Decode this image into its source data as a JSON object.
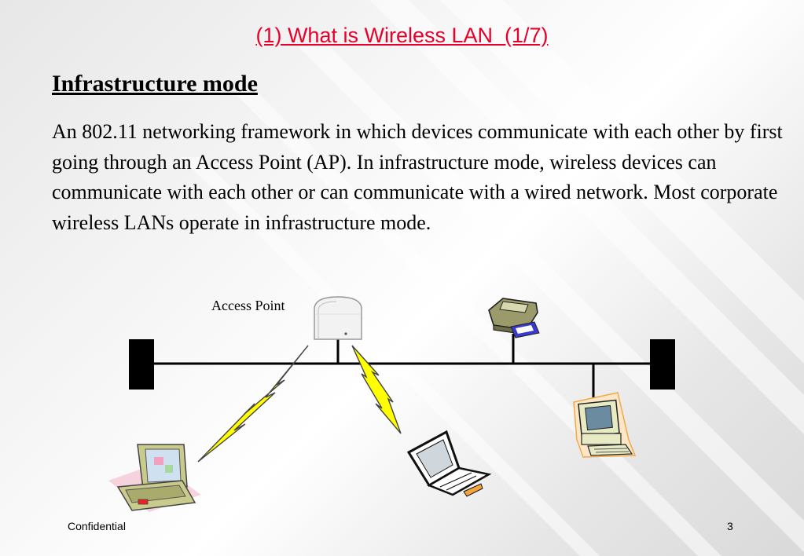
{
  "slide": {
    "title": "(1) What is Wireless LAN  (1/7)",
    "heading": "Infrastructure mode",
    "body": "An 802.11 networking framework in which devices communicate with each other by first going through an Access Point (AP). In infrastructure mode, wireless devices can communicate with each other or can communicate with a wired network. Most corporate wireless LANs operate in infrastructure mode."
  },
  "diagram": {
    "access_point_label": "Access Point",
    "icons": [
      "access-point-icon",
      "printer-icon",
      "desktop-computer-icon",
      "laptop-icon",
      "notebook-computer-icon",
      "lightning-bolt-icon"
    ],
    "colors": {
      "bolt": "#ffff00",
      "bus": "#000000"
    }
  },
  "footer": {
    "left": "Confidential",
    "page_number": "3"
  },
  "colors": {
    "title": "#e8002a"
  }
}
